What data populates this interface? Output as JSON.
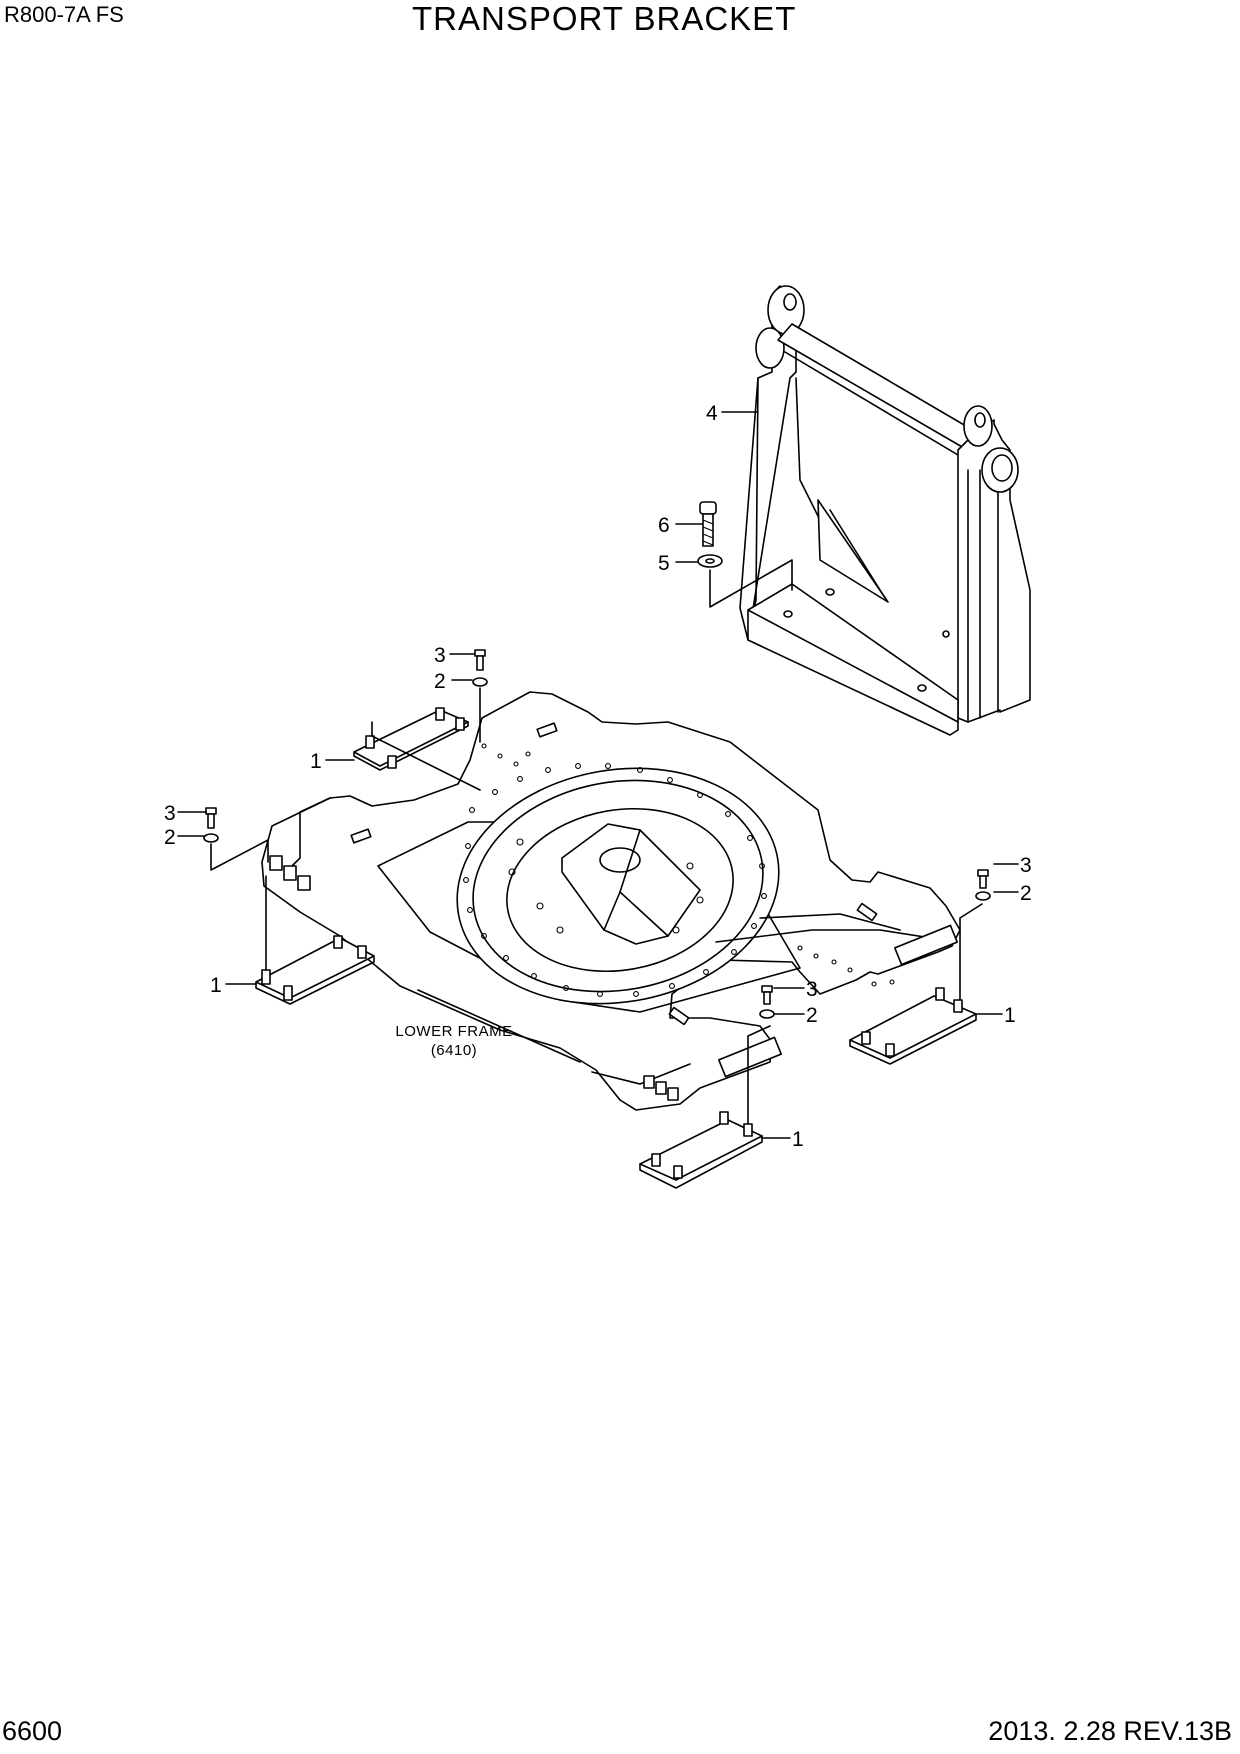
{
  "header": {
    "model": "R800-7A FS",
    "title": "TRANSPORT BRACKET"
  },
  "footer": {
    "page": "6600",
    "revision": "2013. 2.28  REV.13B"
  },
  "diagram": {
    "note_line1": "LOWER FRAME",
    "note_line2": "(6410)",
    "callouts": [
      "1",
      "1",
      "1",
      "1",
      "2",
      "2",
      "2",
      "2",
      "3",
      "3",
      "3",
      "3",
      "4",
      "5",
      "6"
    ]
  }
}
